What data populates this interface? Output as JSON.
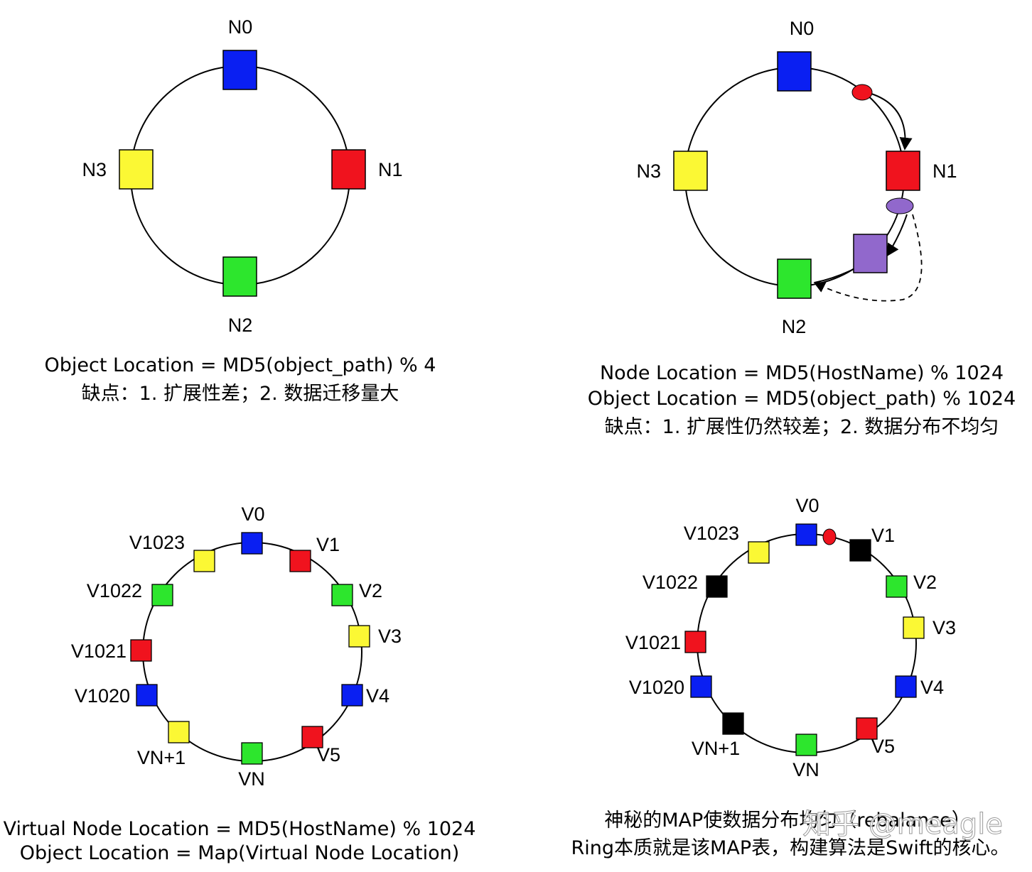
{
  "colors": {
    "blue": "#0a1ff2",
    "red": "#f0131e",
    "green": "#2de62d",
    "yellow": "#fbf834",
    "purple": "#9168cc",
    "black": "#000000",
    "stroke": "#000000"
  },
  "panels": [
    {
      "id": "top-left",
      "nodes": [
        "N0",
        "N1",
        "N2",
        "N3"
      ],
      "caption": [
        "Object Location = MD5(object_path) % 4",
        "缺点：1. 扩展性差；2. 数据迁移量大"
      ]
    },
    {
      "id": "top-right",
      "nodes": [
        "N0",
        "N1",
        "N2",
        "N3"
      ],
      "caption": [
        "Node Location = MD5(HostName) % 1024",
        "Object Location = MD5(object_path) % 1024",
        "缺点：1. 扩展性仍然较差；2. 数据分布不均匀"
      ]
    },
    {
      "id": "bottom-left",
      "nodes": [
        "V0",
        "V1",
        "V2",
        "V3",
        "V4",
        "V5",
        "VN",
        "VN+1",
        "V1020",
        "V1021",
        "V1022",
        "V1023"
      ],
      "caption": [
        "Virtual Node Location = MD5(HostName) % 1024",
        "Object Location = Map(Virtual Node Location)"
      ]
    },
    {
      "id": "bottom-right",
      "nodes": [
        "V0",
        "V1",
        "V2",
        "V3",
        "V4",
        "V5",
        "VN",
        "VN+1",
        "V1020",
        "V1021",
        "V1022",
        "V1023"
      ],
      "caption": [
        "神秘的MAP使数据分布均匀（rebalance）",
        "Ring本质就是该MAP表，构建算法是Swift的核心。"
      ]
    }
  ],
  "watermark": "知乎 @meagle"
}
